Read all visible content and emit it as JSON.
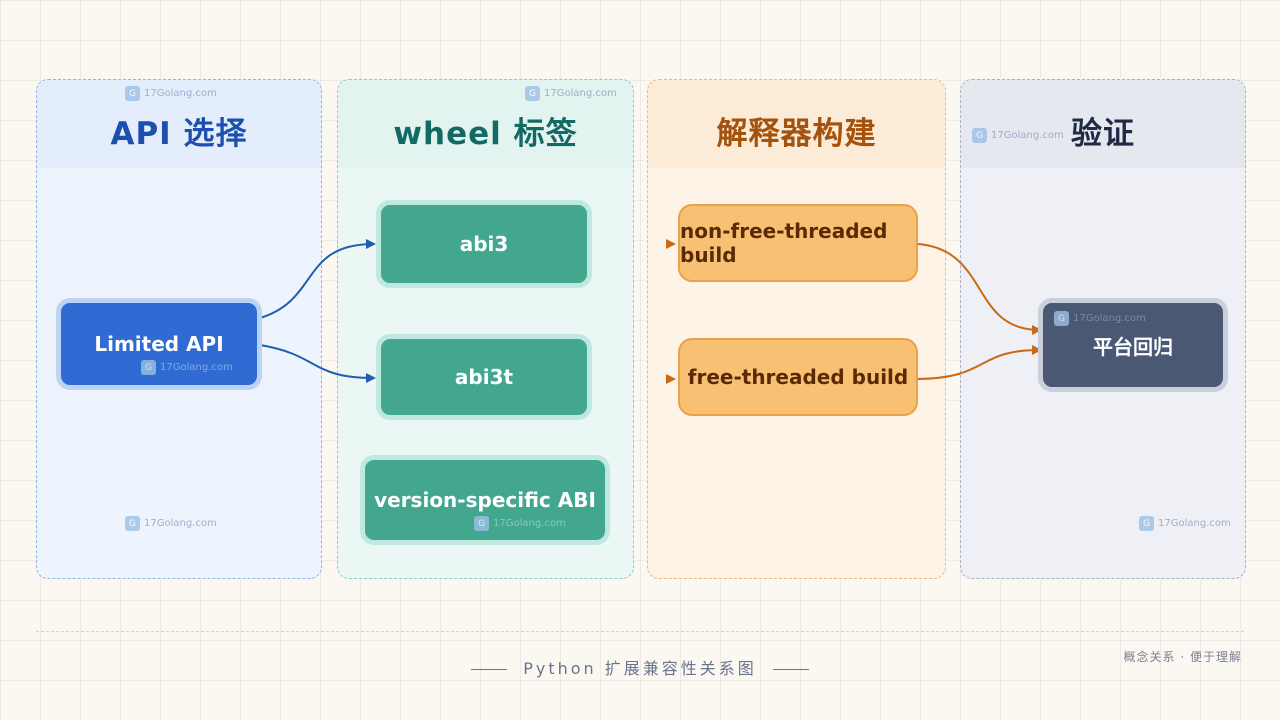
{
  "lanes": {
    "api": {
      "title": "API 选择"
    },
    "wheel": {
      "title": "wheel 标签"
    },
    "interpreter": {
      "title": "解释器构建"
    },
    "verify": {
      "title": "验证"
    }
  },
  "nodes": {
    "limited_api": "Limited API",
    "abi3": "abi3",
    "abi3t": "abi3t",
    "version_specific": "version-specific ABI",
    "non_free_threaded": "non-free-threaded build",
    "free_threaded": "free-threaded build",
    "platform_regression": "平台回归"
  },
  "watermark": "17Golang.com",
  "footer": {
    "caption": "Python 扩展兼容性关系图",
    "note": "概念关系 · 便于理解"
  },
  "colors": {
    "api_blue": "#2f6bd3",
    "wheel_teal": "#43a78f",
    "interp_orange": "#f7c072",
    "verify_slate": "#4b5873",
    "edge_blue": "#1f5fae",
    "edge_teal": "#2d9a88",
    "edge_orange": "#c86a16"
  },
  "edges": [
    {
      "from": "Limited API",
      "to": "abi3"
    },
    {
      "from": "Limited API",
      "to": "abi3t"
    },
    {
      "from": "abi3",
      "to": "non-free-threaded build"
    },
    {
      "from": "abi3t",
      "to": "free-threaded build"
    },
    {
      "from": "non-free-threaded build",
      "to": "平台回归"
    },
    {
      "from": "free-threaded build",
      "to": "平台回归"
    }
  ]
}
